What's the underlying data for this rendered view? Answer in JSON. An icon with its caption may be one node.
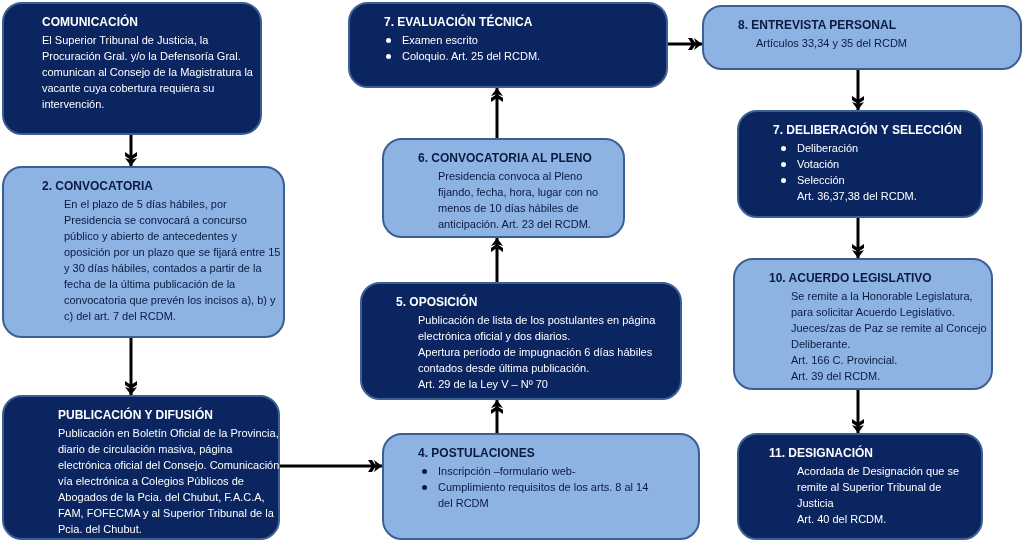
{
  "diagram": {
    "nodes": [
      {
        "text": [
          "COMUNICACIÓN",
          "El Superior Tribunal de Justicia, la Procuración Gral.  y/o  la Defensoría Gral. comunican al Consejo de la Magistratura la vacante cuya cobertura requiera su  intervención."
        ]
      },
      {
        "text": [
          "2. CONVOCATORIA",
          "En el plazo de 5 días hábiles, por Presidencia se convocará a concurso público y abierto de antecedentes y oposición por un plazo que se fijará entre 15 y 30 días hábiles, contados a partir de la fecha de la última publicación de la convocatoria que prevén los incisos a), b) y c) del art. 7 del RCDM."
        ]
      },
      {
        "text": [
          "PUBLICACIÓN Y DIFUSIÓN",
          "Publicación en Boletín Oficial de la Provincia, diario de circulación masiva, página electrónica oficial del Consejo. Comunicación vía electrónica a Colegios Públicos de Abogados de la Pcia. del Chubut, F.A.C.A, FAM, FOFECMA y al Superior Tribunal de la Pcia. del Chubut."
        ]
      },
      {
        "text": [
          "4. POSTULACIONES",
          "Inscripción –formulario web-",
          "Cumplimiento  requisitos de los arts. 8 al 14  del  RCDM"
        ]
      },
      {
        "text": [
          "5. OPOSICIÓN",
          "Publicación  de lista de los postulantes en página electrónica oficial y dos diarios.",
          "Apertura período de impugnación 6 días hábiles contados desde última publicación.",
          "Art. 29 de la Ley V – Nº 70"
        ]
      },
      {
        "text": [
          "6. CONVOCATORIA AL PLENO",
          "Presidencia convoca al Pleno fijando, fecha, hora, lugar con no menos de 10  días hábiles de anticipación. Art. 23 del RCDM."
        ]
      },
      {
        "text": [
          "7. EVALUACIÓN TÉCNICA",
          "Examen escrito",
          "Coloquio. Art. 25 del RCDM."
        ]
      },
      {
        "text": [
          "8. ENTREVISTA  PERSONAL",
          "Artículos 33,34 y 35 del RCDM"
        ]
      },
      {
        "text": [
          "7. DELIBERACIÓN Y SELECCIÓN",
          "Deliberación",
          "Votación",
          "Selección",
          "Art. 36,37,38  del RCDM."
        ]
      },
      {
        "text": [
          "10. ACUERDO LEGISLATIVO",
          "Se remite a la Honorable Legislatura, para solicitar Acuerdo Legislativo.",
          "Jueces/zas de Paz se remite al Concejo Deliberante.",
          "Art. 166 C. Provincial.",
          "Art. 39 del RCDM."
        ]
      },
      {
        "text": [
          "11. DESIGNACIÓN",
          "Acordada  de Designación que se remite al Superior Tribunal de Justicia",
          "Art. 40 del RCDM."
        ]
      }
    ],
    "edges": [
      {
        "from": 0,
        "to": 1,
        "arrow": "to"
      },
      {
        "from": 1,
        "to": 2,
        "arrow": "to"
      },
      {
        "from": 2,
        "to": 3,
        "arrow": "to"
      },
      {
        "from": 3,
        "to": 4,
        "arrow": "to"
      },
      {
        "from": 4,
        "to": 5,
        "arrow": "to"
      },
      {
        "from": 5,
        "to": 6,
        "arrow": "to"
      },
      {
        "from": 6,
        "to": 7,
        "arrow": "to"
      },
      {
        "from": 7,
        "to": 8,
        "arrow": "to"
      },
      {
        "from": 8,
        "to": 9,
        "arrow": "to"
      },
      {
        "from": 9,
        "to": 10,
        "arrow": "to"
      }
    ]
  }
}
